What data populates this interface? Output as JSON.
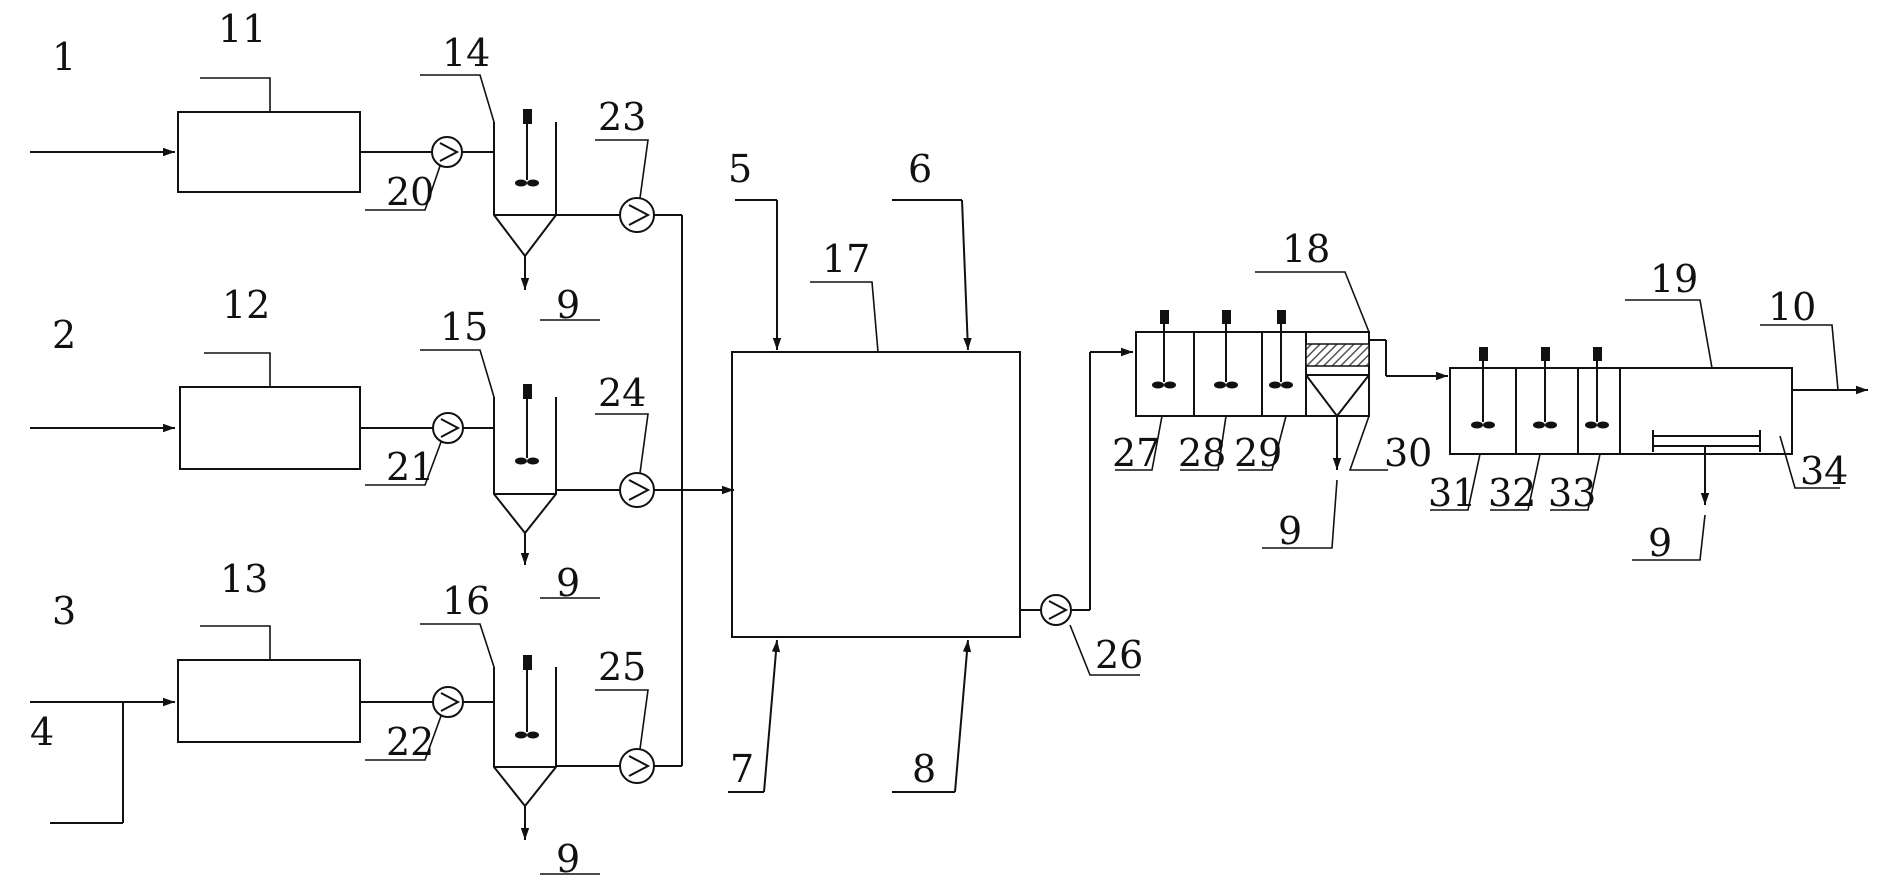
{
  "labels": {
    "l1": "1",
    "l2": "2",
    "l3": "3",
    "l4": "4",
    "l5": "5",
    "l6": "6",
    "l7": "7",
    "l8": "8",
    "l9a": "9",
    "l9b": "9",
    "l9c": "9",
    "l9d": "9",
    "l9e": "9",
    "l10": "10",
    "l11": "11",
    "l12": "12",
    "l13": "13",
    "l14": "14",
    "l15": "15",
    "l16": "16",
    "l17": "17",
    "l18": "18",
    "l19": "19",
    "l20": "20",
    "l21": "21",
    "l22": "22",
    "l23": "23",
    "l24": "24",
    "l25": "25",
    "l26": "26",
    "l27": "27",
    "l28": "28",
    "l29": "29",
    "l30": "30",
    "l31": "31",
    "l32": "32",
    "l33": "33",
    "l34": "34"
  },
  "colors": {
    "line": "#111111",
    "background": "#ffffff",
    "media_fill": "#777777"
  }
}
